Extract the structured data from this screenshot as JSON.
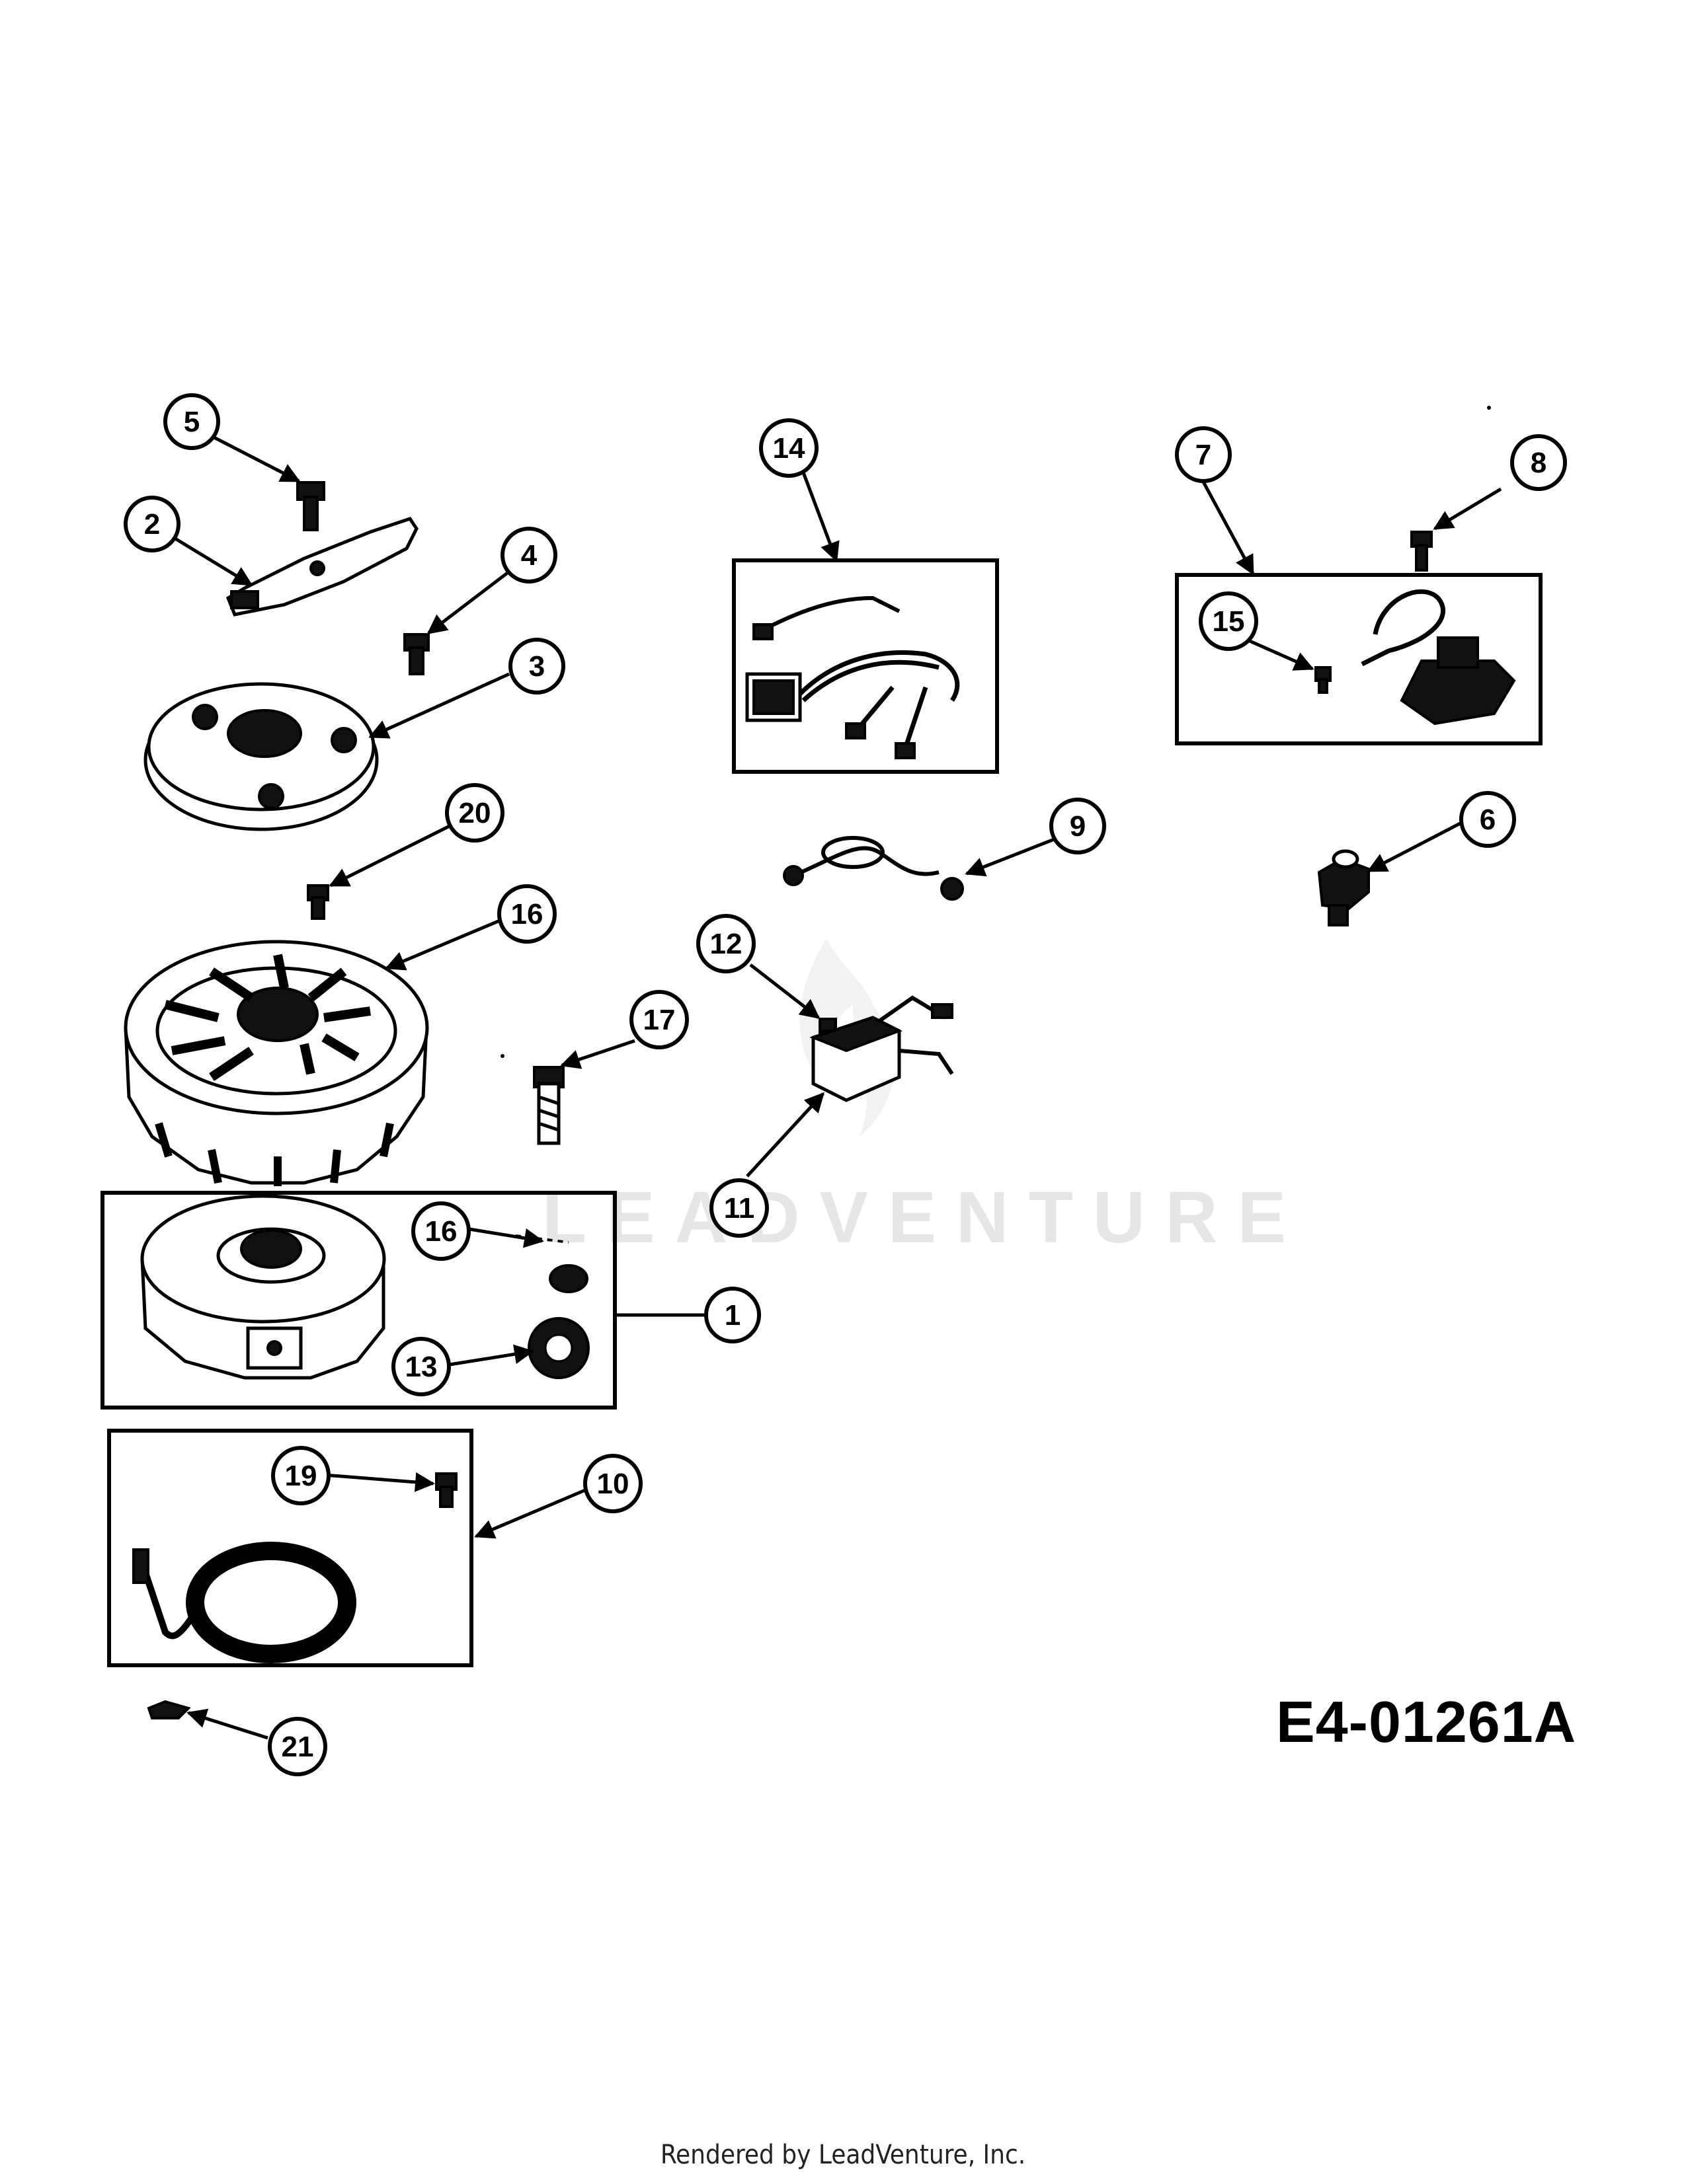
{
  "diagram": {
    "code": "E4-01261A",
    "footer": "Rendered by LeadVenture, Inc.",
    "watermark": "LEADVENTURE"
  },
  "callouts": [
    "1",
    "2",
    "3",
    "4",
    "5",
    "6",
    "7",
    "8",
    "9",
    "10",
    "11",
    "12",
    "13",
    "14",
    "15",
    "16",
    "16",
    "17",
    "19",
    "20",
    "21"
  ]
}
